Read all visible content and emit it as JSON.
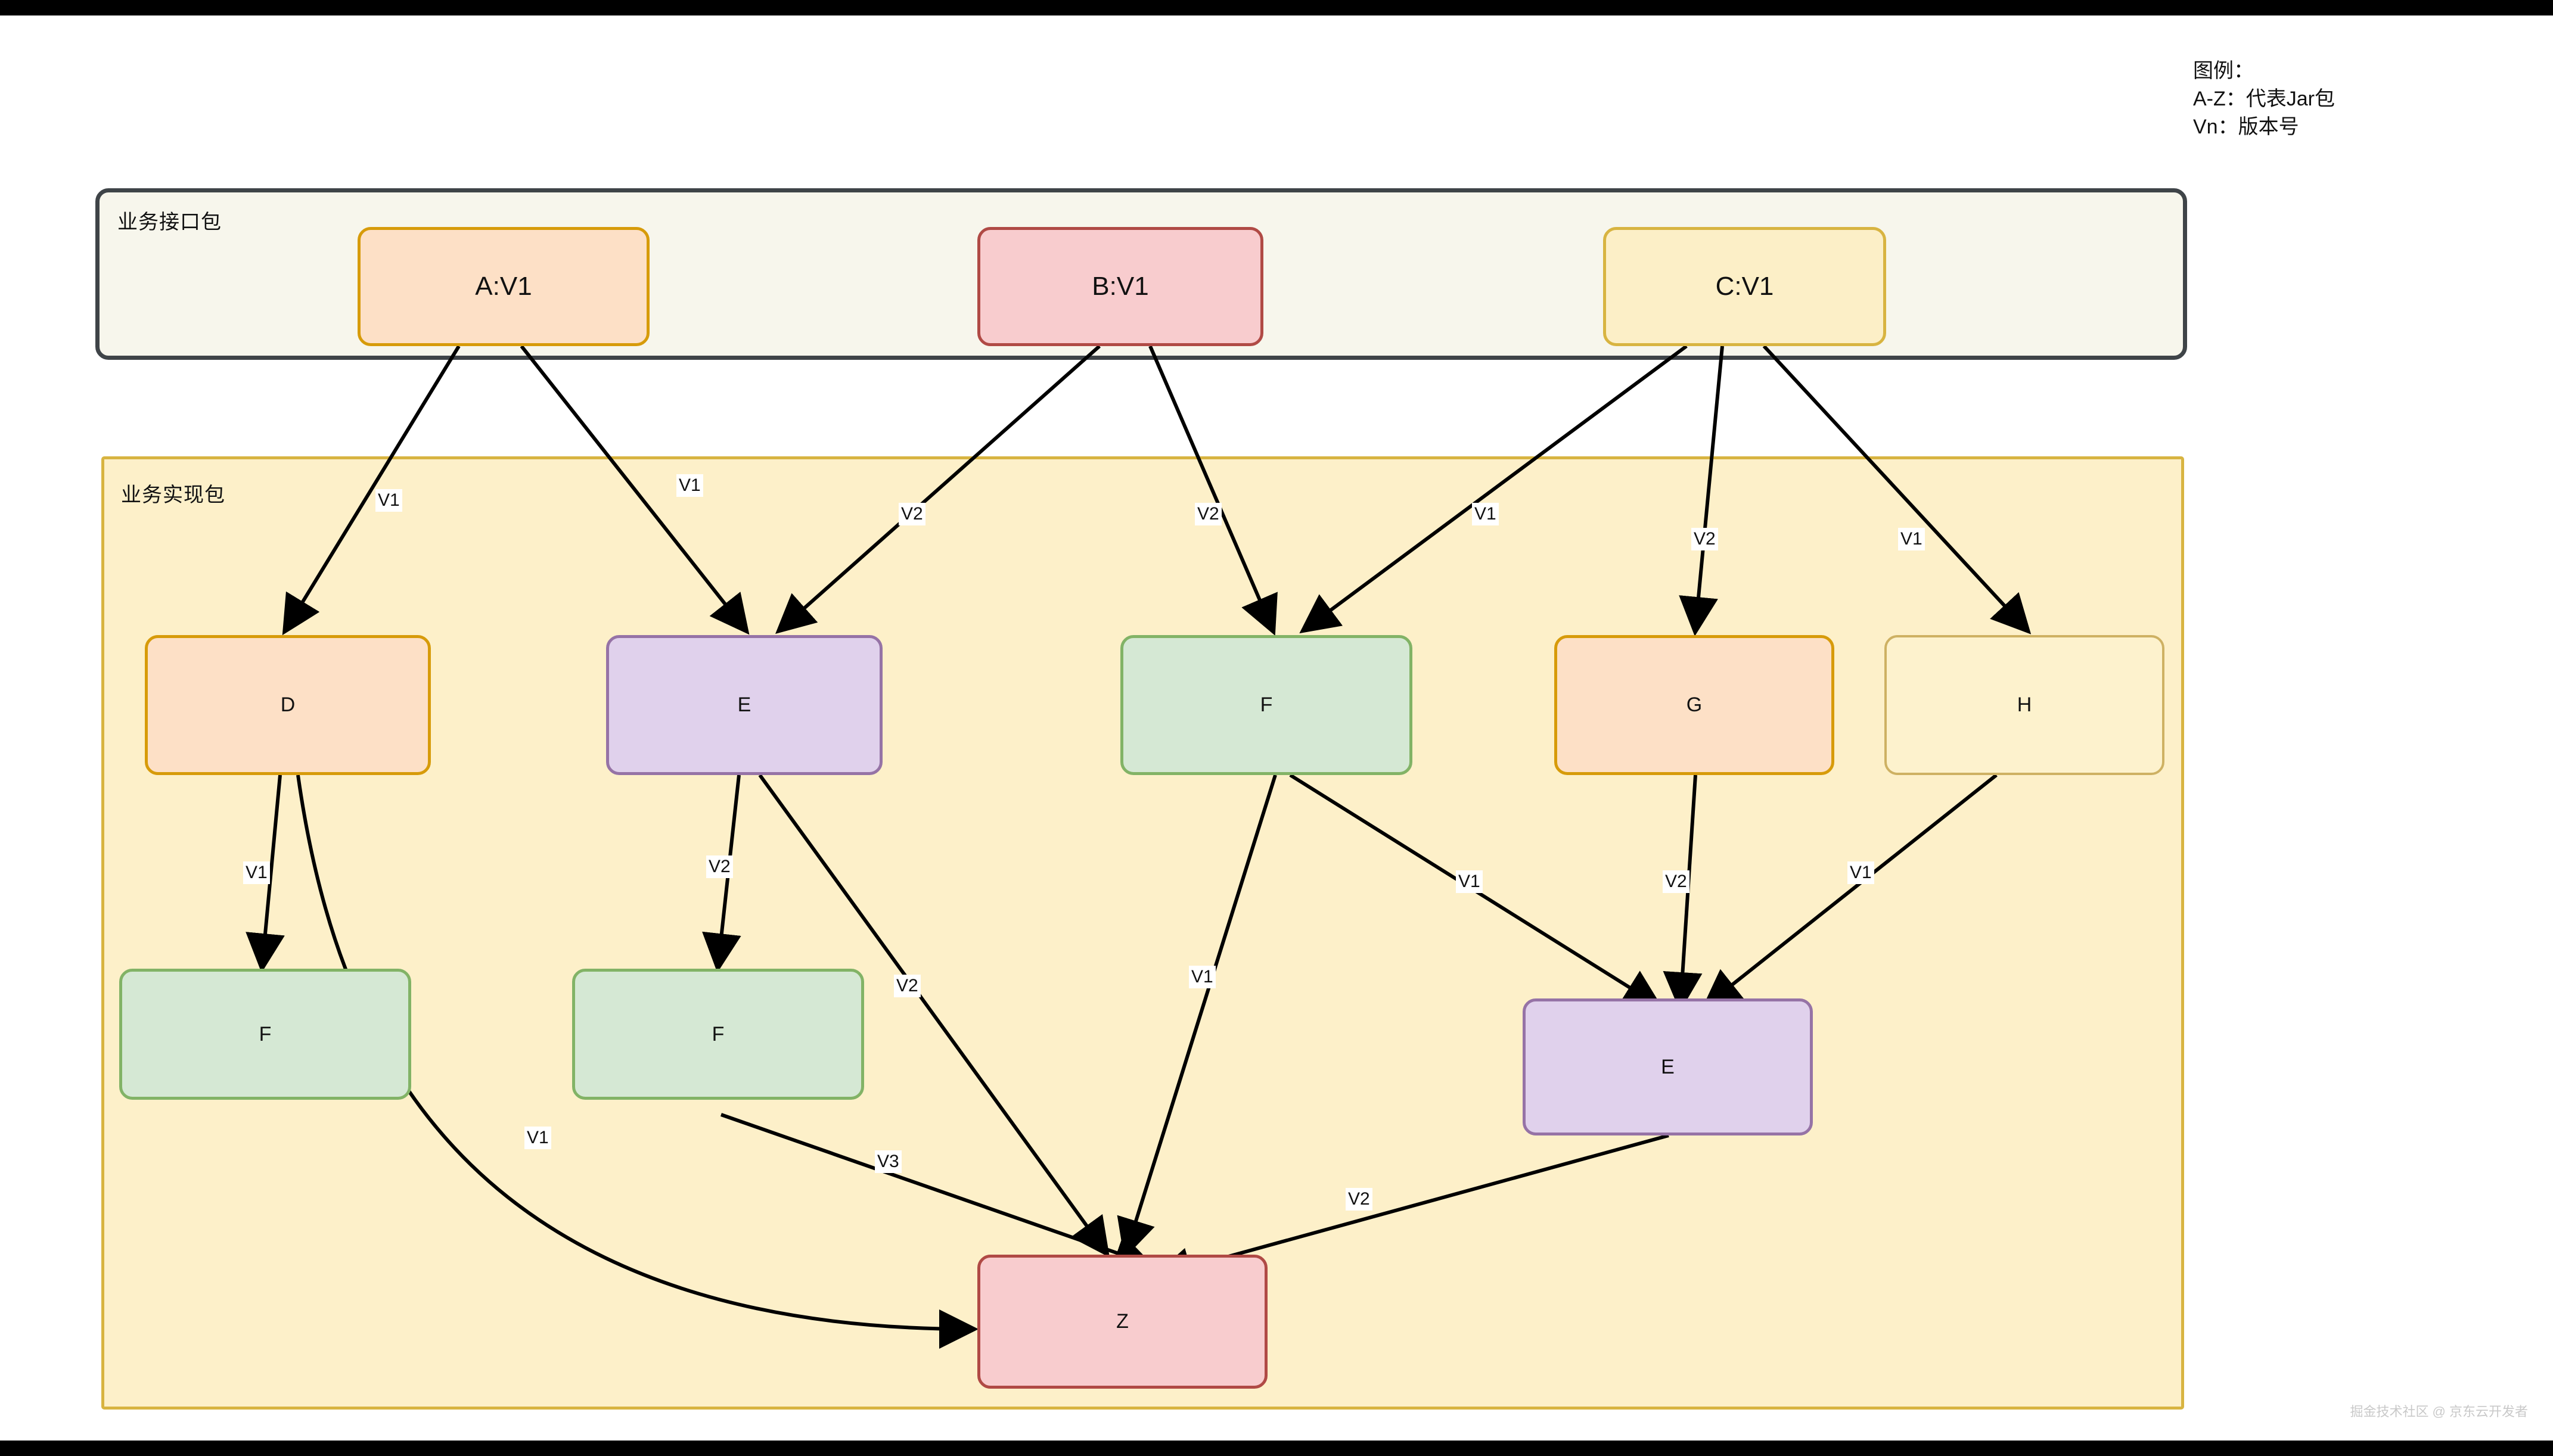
{
  "legend": {
    "title": "图例：",
    "line_az": "A-Z：代表Jar包",
    "line_vn": "Vn：版本号"
  },
  "groups": {
    "interface": {
      "label": "业务接口包"
    },
    "impl": {
      "label": "业务实现包"
    }
  },
  "nodes": {
    "a_v1": "A:V1",
    "b_v1": "B:V1",
    "c_v1": "C:V1",
    "d": "D",
    "e_mid": "E",
    "f_mid": "F",
    "g": "G",
    "h": "H",
    "f_left": "F",
    "f_center": "F",
    "e_bottom": "E",
    "z": "Z"
  },
  "edge_labels": {
    "a_to_d": "V1",
    "a_to_e": "V1",
    "b_to_e": "V2",
    "b_to_f": "V2",
    "c_to_f": "V1",
    "c_to_g": "V2",
    "c_to_h": "V1",
    "d_to_fleft": "V1",
    "e_to_fcenter": "V2",
    "d_to_z": "V1",
    "e_to_z": "V2",
    "f_to_z": "V1",
    "fcenter_to_z": "V3",
    "f_to_ebottom": "V1",
    "g_to_ebottom": "V2",
    "h_to_ebottom": "V1",
    "ebottom_to_z": "V2"
  },
  "colors": {
    "interface_bg": "#f7f6ec",
    "interface_border": "#3f4448",
    "impl_bg": "#fdf0c9",
    "impl_border": "#d8b441",
    "peach": "#fde0c6",
    "pink": "#f8ccce",
    "yellow": "#fcefc7",
    "purple": "#e0d1ec",
    "green": "#d5e8d4",
    "edge": "#000000"
  },
  "watermark": "掘金技术社区 @ 京东云开发者"
}
